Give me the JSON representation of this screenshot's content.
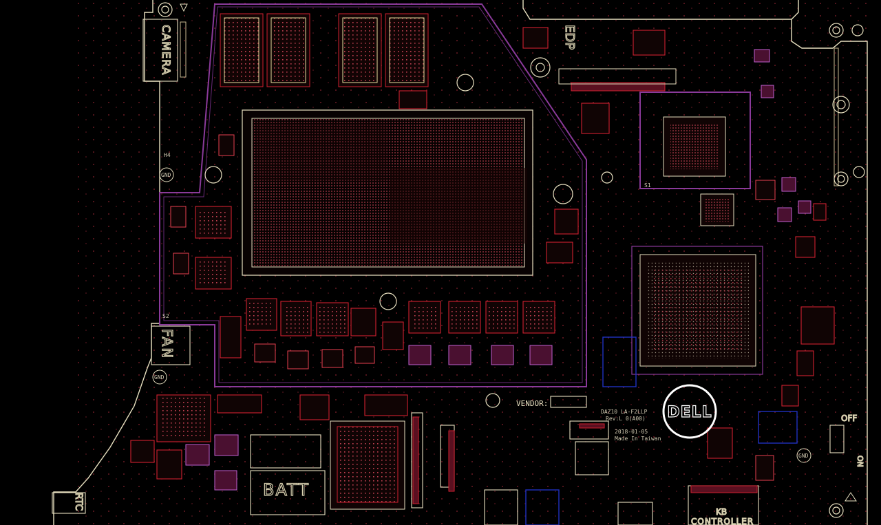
{
  "board": {
    "labels": {
      "camera": "CAMERA",
      "edp": "EDP",
      "fan": "FAN",
      "batt": "BATT",
      "kb_controller_line1": "KB",
      "kb_controller_line2": "CONTROLLER",
      "vendor": "VENDOR:",
      "rtc": "RTC",
      "off": "OFF",
      "on": "ON",
      "h4": "H4",
      "s1": "S1",
      "s2": "S2"
    },
    "info_block": {
      "model": "DAZ10 LA-F2LLP",
      "revision": "Rev:L 0(A00)",
      "date": "2018-01-05",
      "origin": "Made In Taiwan"
    },
    "logo_text": "DELL",
    "ground_label": "GND",
    "colors": {
      "background": "#000000",
      "board_outline": "#e8e0c0",
      "component": "#d02030",
      "pad": "#e84050",
      "shield": "#8a3a9a",
      "blue_part": "#2030c0",
      "silkscreen": "#e8e0c0",
      "logo_ring": "#ffffff"
    }
  }
}
